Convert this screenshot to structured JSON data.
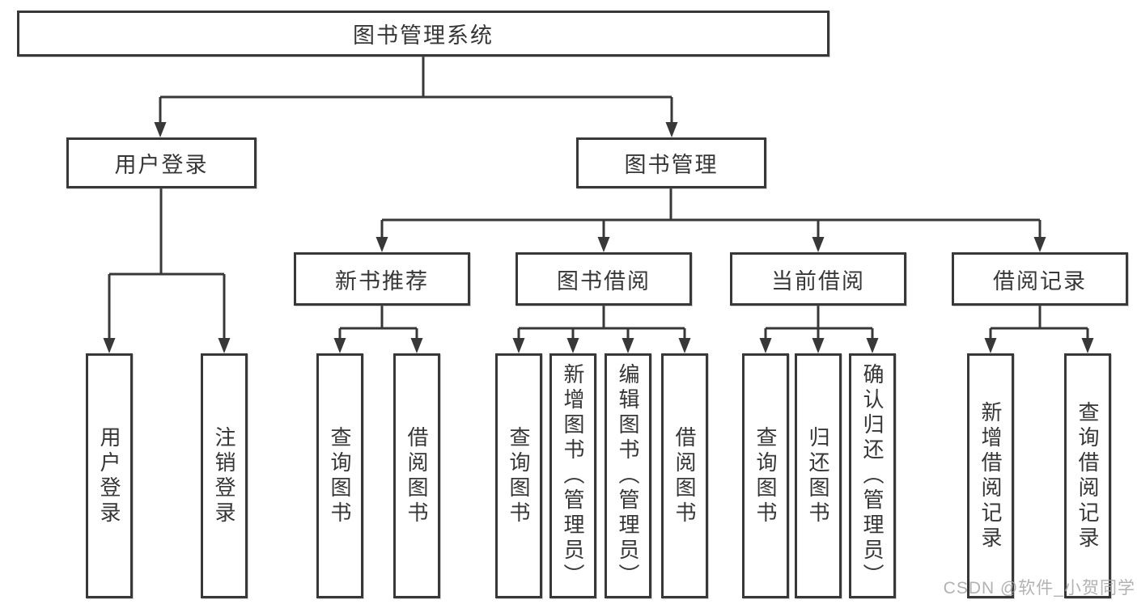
{
  "root": {
    "label": "图书管理系统"
  },
  "branches": {
    "user_login": {
      "label": "用户登录",
      "children": [
        "用户登录",
        "注销登录"
      ]
    },
    "book_management": {
      "label": "图书管理",
      "sections": {
        "new_book_recommend": {
          "label": "新书推荐",
          "children": [
            "查询图书",
            "借阅图书"
          ]
        },
        "book_borrow": {
          "label": "图书借阅",
          "children": [
            "查询图书",
            "新增图书（管理员）",
            "编辑图书（管理员）",
            "借阅图书"
          ]
        },
        "current_borrow": {
          "label": "当前借阅",
          "children": [
            "查询图书",
            "归还图书",
            "确认归还（管理员）"
          ]
        },
        "borrow_records": {
          "label": "借阅记录",
          "children": [
            "新增借阅记录",
            "查询借阅记录"
          ]
        }
      }
    }
  },
  "watermark": "CSDN @软件_小贺同学",
  "colors": {
    "line": "#383838",
    "text": "#363636",
    "background": "#ffffff",
    "watermark_text": "#a5a5a5"
  }
}
